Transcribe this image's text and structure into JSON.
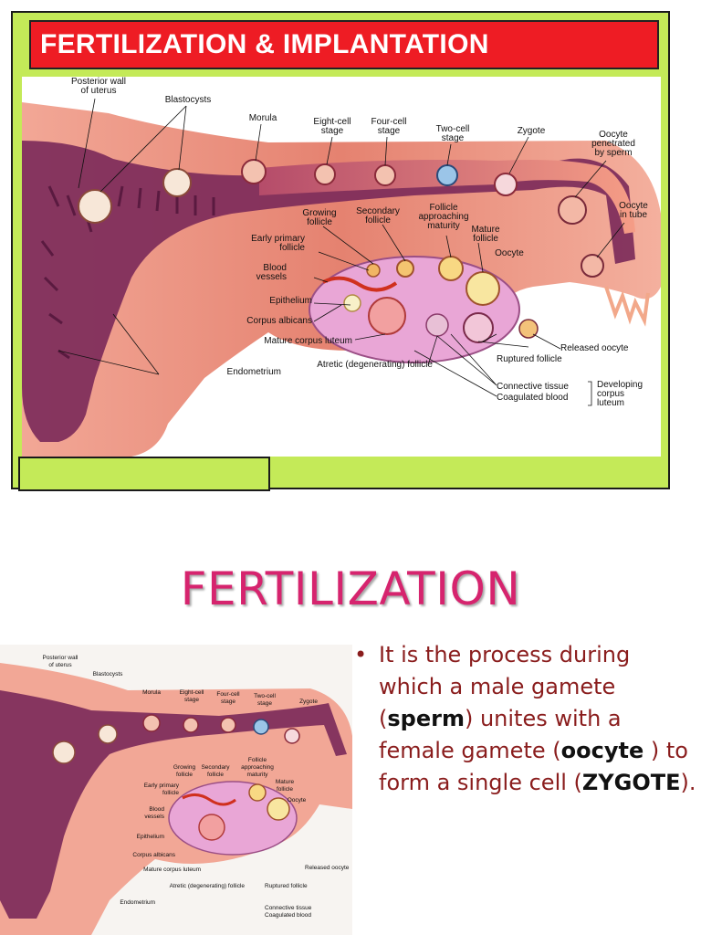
{
  "slide1": {
    "title": "FERTILIZATION & IMPLANTATION",
    "colors": {
      "background": "#c4ea58",
      "title_bar": "#ee1c24",
      "title_text": "#ffffff"
    },
    "labels": {
      "posterior_wall_1": "Posterior wall",
      "posterior_wall_2": "of uterus",
      "blastocysts": "Blastocysts",
      "morula": "Morula",
      "eight_cell_1": "Eight-cell",
      "eight_cell_2": "stage",
      "four_cell_1": "Four-cell",
      "four_cell_2": "stage",
      "two_cell_1": "Two-cell",
      "two_cell_2": "stage",
      "zygote": "Zygote",
      "oocyte_pen_1": "Oocyte",
      "oocyte_pen_2": "penetrated",
      "oocyte_pen_3": "by sperm",
      "growing_1": "Growing",
      "growing_2": "follicle",
      "secondary_1": "Secondary",
      "secondary_2": "follicle",
      "approaching_1": "Follicle",
      "approaching_2": "approaching",
      "approaching_3": "maturity",
      "mature_1": "Mature",
      "mature_2": "follicle",
      "oocyte_tube_1": "Oocyte",
      "oocyte_tube_2": "in tube",
      "early_primary_1": "Early primary",
      "early_primary_2": "follicle",
      "oocyte": "Oocyte",
      "blood_vessels_1": "Blood",
      "blood_vessels_2": "vessels",
      "epithelium": "Epithelium",
      "corpus_albicans": "Corpus albicans",
      "released_oocyte": "Released oocyte",
      "mature_corpus_luteum": "Mature corpus luteum",
      "ruptured_follicle": "Ruptured follicle",
      "atretic": "Atretic (degenerating) follicle",
      "endometrium": "Endometrium",
      "connective_tissue": "Connective tissue",
      "coagulated_blood": "Coagulated blood",
      "developing_1": "Developing",
      "developing_2": "corpus",
      "developing_3": "luteum"
    }
  },
  "slide2": {
    "title": "FERTILIZATION",
    "colors": {
      "title": "#d6246e",
      "body_text": "#8a1d1d",
      "emphasis": "#111111"
    },
    "bullet_marker": "•",
    "bullet": {
      "part1": "It is the process during which a male gamete (",
      "term1": "sperm",
      "part2": ") unites with a female gamete (",
      "term2": "oocyte",
      "part3": " ) to form a single cell (",
      "term3": "ZYGOTE",
      "part4": ")."
    },
    "labels": {
      "posterior_wall_1": "Posterior wall",
      "posterior_wall_2": "of uterus",
      "blastocysts": "Blastocysts",
      "morula": "Morula",
      "eight_cell_1": "Eight-cell",
      "eight_cell_2": "stage",
      "four_cell_1": "Four-cell",
      "four_cell_2": "stage",
      "two_cell_1": "Two-cell",
      "two_cell_2": "stage",
      "zygote": "Zygote",
      "growing_1": "Growing",
      "growing_2": "follicle",
      "secondary_1": "Secondary",
      "secondary_2": "follicle",
      "approaching_1": "Follicle",
      "approaching_2": "approaching",
      "approaching_3": "maturity",
      "mature_1": "Mature",
      "mature_2": "follicle",
      "early_primary_1": "Early primary",
      "early_primary_2": "follicle",
      "oocyte": "Oocyte",
      "blood_vessels_1": "Blood",
      "blood_vessels_2": "vessels",
      "epithelium": "Epithelium",
      "corpus_albicans": "Corpus albicans",
      "mature_corpus_luteum": "Mature corpus luteum",
      "released_oocyte": "Released oocyte",
      "atretic": "Atretic (degenerating) follicle",
      "ruptured_follicle": "Ruptured follicle",
      "endometrium": "Endometrium",
      "connective_tissue": "Connective tissue",
      "coagulated_blood": "Coagulated blood"
    }
  }
}
